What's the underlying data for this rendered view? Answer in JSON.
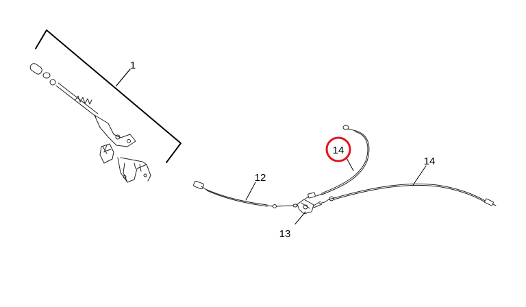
{
  "callouts": {
    "c1": "1",
    "c12": "12",
    "c13": "13",
    "c14_highlight": "14",
    "c14_right": "14"
  },
  "highlight_color": "#e0141e"
}
